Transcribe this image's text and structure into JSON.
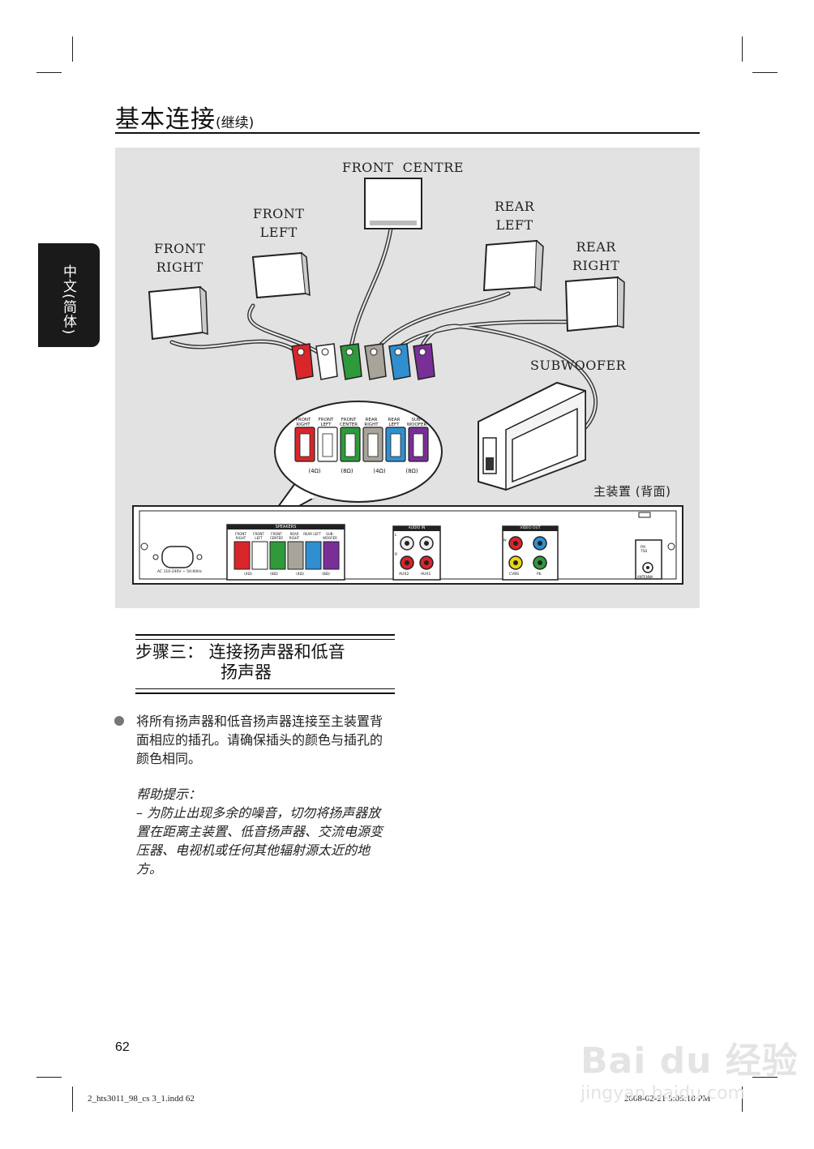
{
  "header": {
    "title": "基本连接",
    "title_suffix": "(继续)"
  },
  "side_tab": {
    "label": "中文(简体)"
  },
  "figure": {
    "labels": {
      "front_centre": "FRONT  CENTRE",
      "front_left": "FRONT\nLEFT",
      "front_right": "FRONT\nRIGHT",
      "rear_left": "REAR\nLEFT",
      "rear_right": "REAR\nRIGHT",
      "subwoofer": "SUBWOOFER",
      "main_unit": "主装置 (背面)"
    },
    "callout": {
      "channels": [
        "FRONT RIGHT",
        "FRONT LEFT",
        "FRONT CENTER",
        "REAR RIGHT",
        "REAR LEFT",
        "SUB-WOOFER"
      ],
      "impedance": [
        "(4Ω)",
        "(8Ω)",
        "(4Ω)",
        "(8Ω)"
      ]
    },
    "panel": {
      "speakers_title": "SPEAKERS",
      "channels": [
        "FRONT RIGHT",
        "FRONT LEFT",
        "FRONT CENTER",
        "REAR RIGHT",
        "REAR LEFT",
        "SUB-WOOFER"
      ],
      "impedance": [
        "(4Ω)",
        "(8Ω)",
        "(4Ω)",
        "(8Ω)"
      ],
      "ac_label": "AC 110-240V ~ 50-60Hz",
      "audio_in_title": "AUDIO IN",
      "audio_in_ports": [
        "AUX2",
        "AUX1"
      ],
      "audio_in_lr": [
        "L",
        "R"
      ],
      "video_out_title": "VIDEO OUT",
      "video_out_ports": [
        "Pr",
        "Pb",
        "CVBS",
        "Pb"
      ],
      "antenna": "ANTENNA",
      "fm": "FM\n75Ω"
    },
    "colors": {
      "front_right": "#d9262a",
      "front_left": "#ffffff",
      "front_center": "#2e9a3b",
      "rear_right": "#a8a49a",
      "rear_left": "#2f8fd0",
      "subwoofer": "#7a2f98"
    }
  },
  "step": {
    "title_line1": "步骤三：  连接扬声器和低音",
    "title_line2": "扬声器"
  },
  "body": {
    "bullet_text": "将所有扬声器和低音扬声器连接至主装置背面相应的插孔。请确保插头的颜色与插孔的颜色相同。",
    "tip_heading": "帮助提示：",
    "tip_text": "– 为防止出现多余的噪音，切勿将扬声器放置在距离主装置、低音扬声器、交流电源变压器、电视机或任何其他辐射源太近的地方。"
  },
  "page_number": "62",
  "footer": {
    "left": "2_hts3011_98_cs 3_1.indd   62",
    "right": "2008-02-21   5:05:18 PM"
  },
  "watermark": {
    "line1": "Bai du 经验",
    "line2": "jingyan.baidu.com"
  }
}
